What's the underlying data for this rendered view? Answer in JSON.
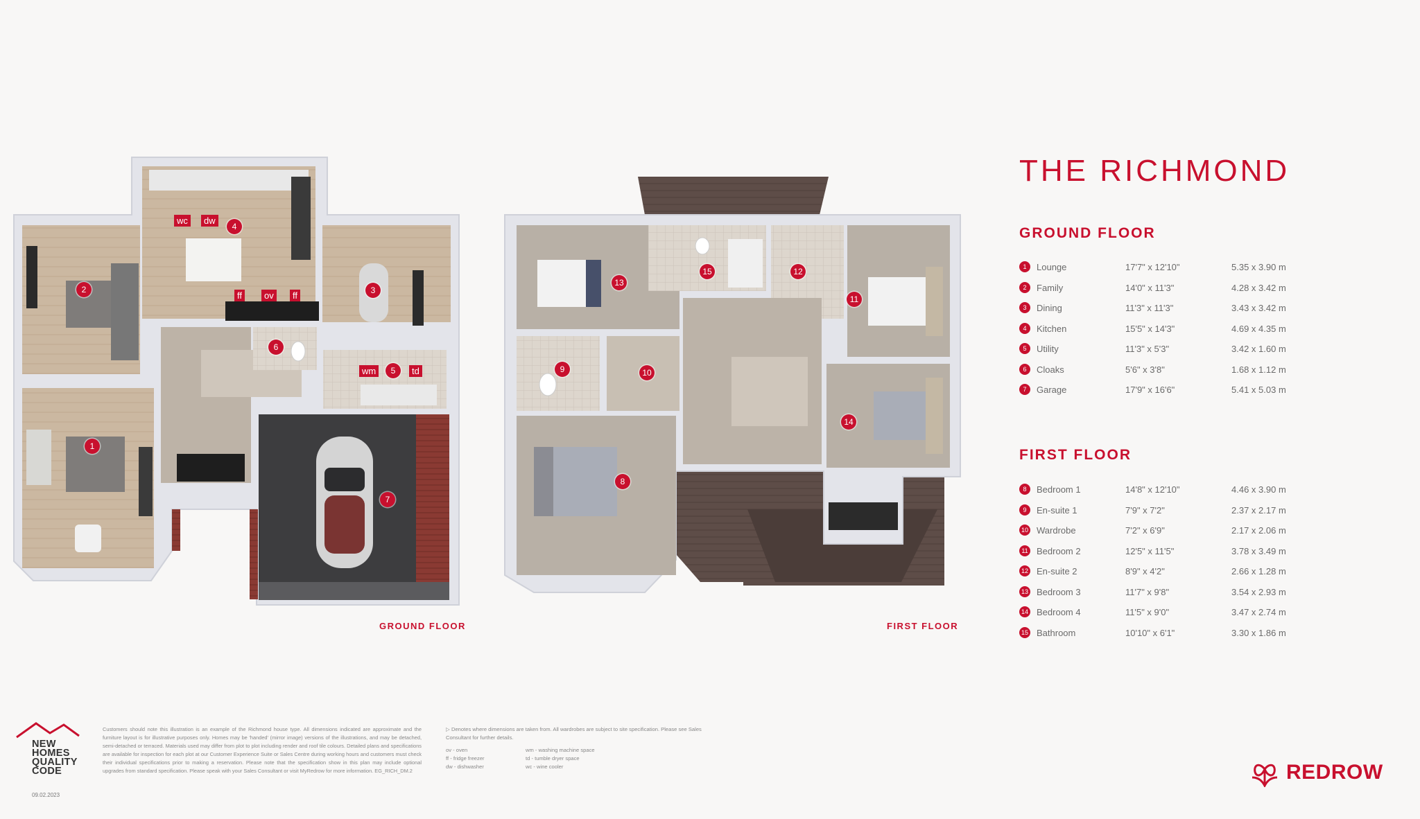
{
  "title": "THE RICHMOND",
  "colors": {
    "brand_red": "#c8102e",
    "background": "#f8f7f6",
    "wall": "#e3e4ea",
    "floor_wood": "#c9b69f",
    "carpet": "#b5aea5",
    "roof": "#5a4a45"
  },
  "plan_labels": {
    "ground": "GROUND FLOOR",
    "first": "FIRST FLOOR"
  },
  "ground_floor": {
    "heading": "GROUND FLOOR",
    "rooms": [
      {
        "num": "1",
        "name": "Lounge",
        "imperial": "17'7\" x 12'10\"",
        "metric": "5.35 x 3.90 m"
      },
      {
        "num": "2",
        "name": "Family",
        "imperial": "14'0\" x 11'3\"",
        "metric": "4.28 x 3.42 m"
      },
      {
        "num": "3",
        "name": "Dining",
        "imperial": "11'3\" x 11'3\"",
        "metric": "3.43 x 3.42 m"
      },
      {
        "num": "4",
        "name": "Kitchen",
        "imperial": "15'5\" x 14'3\"",
        "metric": "4.69 x 4.35 m"
      },
      {
        "num": "5",
        "name": "Utility",
        "imperial": "11'3\" x 5'3\"",
        "metric": "3.42 x 1.60 m"
      },
      {
        "num": "6",
        "name": "Cloaks",
        "imperial": "5'6\" x 3'8\"",
        "metric": "1.68 x 1.12 m"
      },
      {
        "num": "7",
        "name": "Garage",
        "imperial": "17'9\" x 16'6\"",
        "metric": "5.41 x 5.03 m"
      }
    ]
  },
  "first_floor": {
    "heading": "FIRST FLOOR",
    "rooms": [
      {
        "num": "8",
        "name": "Bedroom 1",
        "imperial": "14'8\" x 12'10\"",
        "metric": "4.46 x 3.90 m"
      },
      {
        "num": "9",
        "name": "En-suite 1",
        "imperial": "7'9\" x 7'2\"",
        "metric": "2.37 x 2.17 m"
      },
      {
        "num": "10",
        "name": "Wardrobe",
        "imperial": "7'2\" x 6'9\"",
        "metric": "2.17 x 2.06 m"
      },
      {
        "num": "11",
        "name": "Bedroom 2",
        "imperial": "12'5\" x 11'5\"",
        "metric": "3.78 x 3.49 m"
      },
      {
        "num": "12",
        "name": "En-suite 2",
        "imperial": "8'9\" x 4'2\"",
        "metric": "2.66 x 1.28 m"
      },
      {
        "num": "13",
        "name": "Bedroom 3",
        "imperial": "11'7\" x 9'8\"",
        "metric": "3.54 x 2.93 m"
      },
      {
        "num": "14",
        "name": "Bedroom 4",
        "imperial": "11'5\" x 9'0\"",
        "metric": "3.47 x 2.74 m"
      },
      {
        "num": "15",
        "name": "Bathroom",
        "imperial": "10'10\" x 6'1\"",
        "metric": "3.30 x 1.86 m"
      }
    ]
  },
  "plan_markers": [
    "1",
    "2",
    "3",
    "4",
    "5",
    "6",
    "7",
    "8",
    "9",
    "10",
    "11",
    "12",
    "13",
    "14",
    "15"
  ],
  "appliance_tags": {
    "wc": "wc",
    "dw": "dw",
    "ff": "ff",
    "ov": "ov",
    "wm": "wm",
    "td": "td"
  },
  "footer": {
    "nhqc": {
      "new": "NEW",
      "homes": "HOMES",
      "quality": "QUALITY",
      "code": "CODE"
    },
    "date": "09.02.2023",
    "disclaimer": "Customers should note this illustration is an example of the Richmond house type. All dimensions indicated are approximate and the furniture layout is for illustrative purposes only. Homes may be 'handed' (mirror image) versions of the illustrations, and may be detached, semi-detached or terraced. Materials used may differ from plot to plot including render and roof tile colours. Detailed plans and specifications are available for inspection for each plot at our Customer Experience Suite or Sales Centre during working hours and customers must check their individual specifications prior to making a reservation. Please note that the specification show in this plan may include optional upgrades from standard specification. Please speak with your Sales Consultant or visit MyRedrow for more information. EG_RICH_DM.2",
    "key_note": "Denotes where dimensions are taken from. All wardrobes are subject to site specification. Please see Sales Consultant for further details.",
    "key_symbol": "▷",
    "key": {
      "ov": "ov - oven",
      "ff": "ff - fridge freezer",
      "dw": "dw - dishwasher",
      "wm": "wm - washing machine space",
      "td": "td - tumble dryer space",
      "wc": "wc - wine cooler"
    },
    "brand": "REDROW"
  }
}
